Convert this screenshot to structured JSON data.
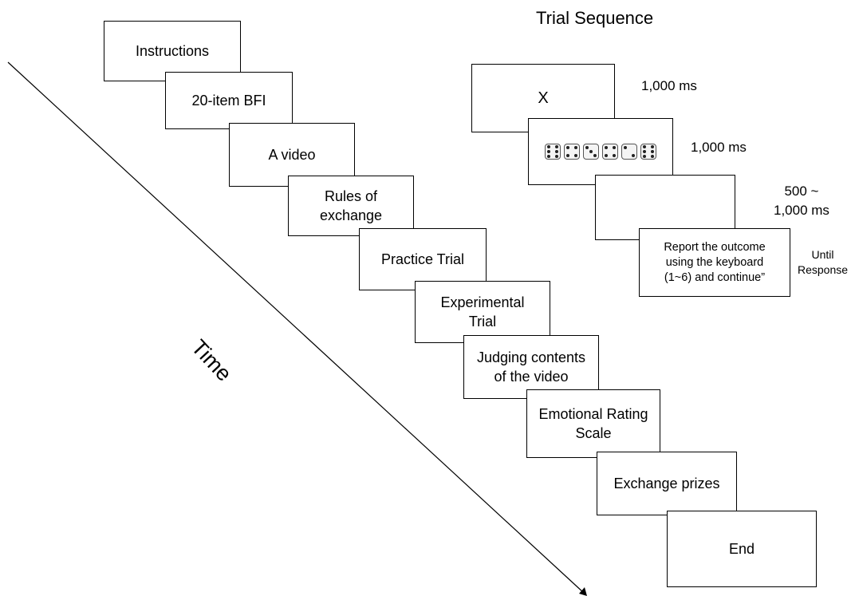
{
  "procedure": {
    "steps": [
      "Instructions",
      "20-item BFI",
      "A video",
      "Rules of\nexchange",
      "Practice Trial",
      "Experimental\nTrial",
      "Judging contents\nof the video",
      "Emotional Rating\nScale",
      "Exchange prizes",
      "End"
    ]
  },
  "time_label": "Time",
  "trial": {
    "title": "Trial Sequence",
    "fixation": "X",
    "fixation_duration": "1,000 ms",
    "dice_duration": "1,000 ms",
    "dice_faces": [
      6,
      4,
      3,
      4,
      2,
      6
    ],
    "blank_duration": "500 ~\n1,000 ms",
    "report_text": "Report the outcome\nusing the keyboard\n(1~6) and continue”",
    "report_duration": "Until\nResponse"
  }
}
